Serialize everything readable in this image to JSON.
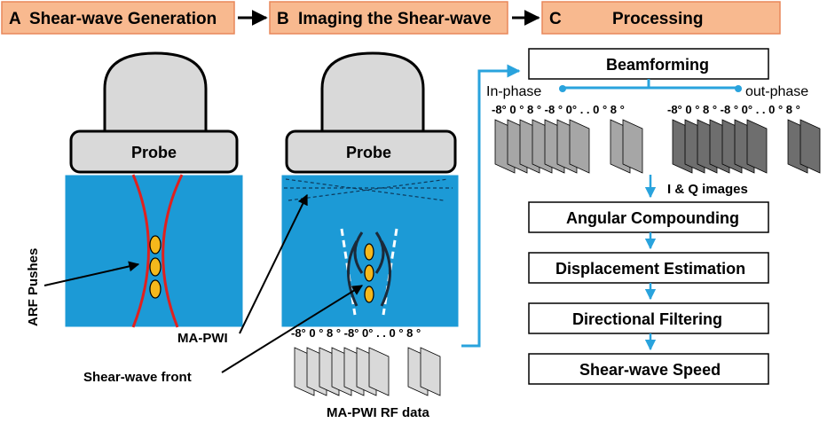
{
  "header": {
    "a_letter": "A",
    "a_title": "Shear-wave Generation",
    "b_letter": "B",
    "b_title": "Imaging the Shear-wave",
    "c_letter": "C",
    "c_title": "Processing"
  },
  "panel_a": {
    "probe": "Probe",
    "arf_label": "ARF Pushes"
  },
  "panel_b": {
    "probe": "Probe",
    "mapwi_label": "MA-PWI",
    "front_label": "Shear-wave front",
    "angles": "-8° 0 ° 8 ° -8° 0° .  .  0 ° 8 °",
    "rf_label": "MA-PWI RF data"
  },
  "panel_c": {
    "beamforming": "Beamforming",
    "in_phase": "In-phase",
    "out_phase": "out-phase",
    "angles_left": "-8° 0 ° 8 ° -8 ° 0° .  .  0 ° 8 °",
    "angles_right": "-8° 0 ° 8 ° -8 ° 0° .  .  0 ° 8 °",
    "iq_label": "I & Q images",
    "steps": [
      "Angular Compounding",
      "Displacement Estimation",
      "Directional Filtering",
      "Shear-wave Speed"
    ]
  },
  "colors": {
    "header_fill": "#f8b98f",
    "header_stroke": "#e8875a",
    "tissue": "#1c9ad6",
    "probe": "#d9d9d9",
    "arrow_blue": "#29a3dd",
    "curve_red": "#e0201e",
    "ellipse": "#f4b81c"
  }
}
